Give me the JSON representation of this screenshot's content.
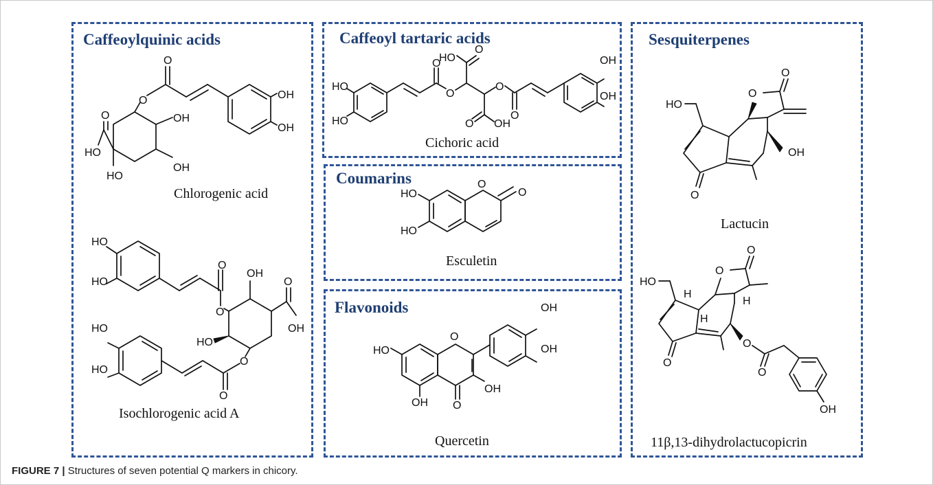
{
  "panels": {
    "caffeoylquinic": {
      "title": "Caffeoylquinic acids",
      "compounds": [
        "Chlorogenic acid",
        "Isochlorogenic acid A"
      ]
    },
    "caffeoyl_tartaric": {
      "title": "Caffeoyl tartaric acids",
      "compounds": [
        "Cichoric acid"
      ]
    },
    "coumarins": {
      "title": "Coumarins",
      "compounds": [
        "Esculetin"
      ]
    },
    "flavonoids": {
      "title": "Flavonoids",
      "compounds": [
        "Quercetin"
      ]
    },
    "sesquiterpenes": {
      "title": "Sesquiterpenes",
      "compounds": [
        "Lactucin",
        "11β,13-dihydrolactucopicrin"
      ]
    }
  },
  "atom_labels": {
    "oh": "OH",
    "ho": "HO",
    "o": "O",
    "h": "H"
  },
  "caption": {
    "label": "FIGURE 7 |",
    "text": " Structures of seven potential Q markers in chicory."
  },
  "colors": {
    "panel_border": "#2f5597",
    "panel_title": "#1f3f73"
  }
}
